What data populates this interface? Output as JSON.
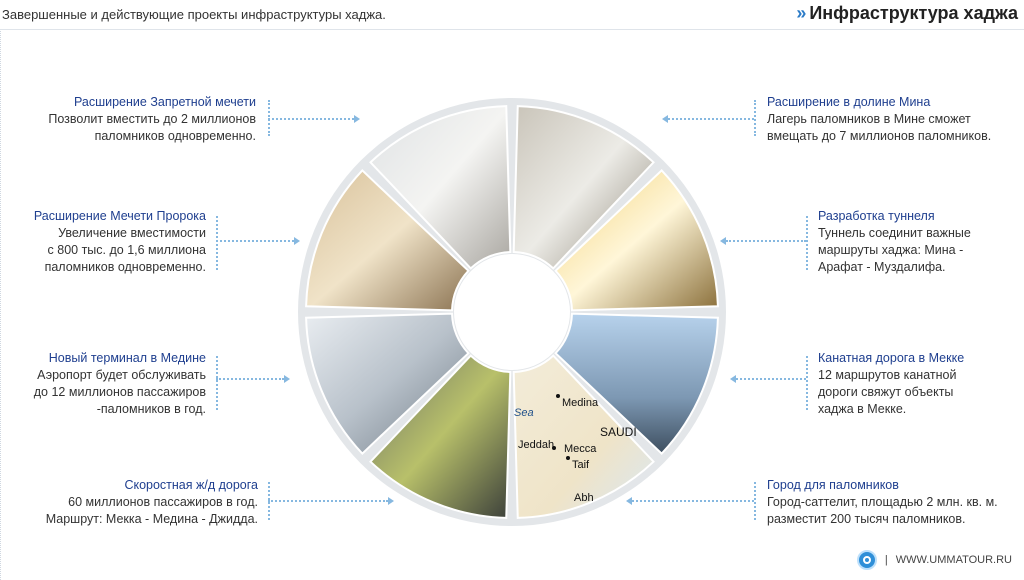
{
  "header": {
    "subtitle": "Завершенные и действующие проекты инфраструктуры хаджа.",
    "title": "Инфраструктура хаджа",
    "chevron": "»"
  },
  "projects_left": [
    {
      "title": "Расширение Запретной мечети",
      "desc": [
        "Позволит вместить до 2 миллионов",
        "паломников одновременно."
      ]
    },
    {
      "title": "Расширение Мечети Пророка",
      "desc": [
        "Увеличение вместимости",
        "с 800 тыс. до 1,6 миллиона",
        "паломников одновременно."
      ]
    },
    {
      "title": "Новый терминал в Медине",
      "desc": [
        "Аэропорт будет обслуживать",
        "до 12 миллионов пассажиров",
        "-паломников в год."
      ]
    },
    {
      "title": "Скоростная ж/д дорога",
      "desc": [
        "60 миллионов пассажиров в год.",
        "Маршрут: Мекка - Медина - Джидда."
      ]
    }
  ],
  "projects_right": [
    {
      "title": "Расширение в долине Мина",
      "desc": [
        "Лагерь паломников в Мине сможет",
        "вмещать до 7 миллионов паломников."
      ]
    },
    {
      "title": "Разработка туннеля",
      "desc": [
        "Туннель соединит важные",
        "маршруты хаджа: Мина -",
        "Арафат - Муздалифа."
      ]
    },
    {
      "title": "Канатная дорога в Мекке",
      "desc": [
        "12 маршрутов канатной",
        "дороги свяжут объекты",
        "хаджа в Мекке."
      ]
    },
    {
      "title": "Город для паломников",
      "desc": [
        "Город-саттелит, площадью 2 млн. кв. м.",
        "разместит 200 тысяч паломников."
      ]
    }
  ],
  "map_labels": {
    "medina": "Medina",
    "jeddah": "Jeddah",
    "mecca": "Mecca",
    "taif": "Taif",
    "country": "SAUDI",
    "sea": "Sea",
    "abha": "Abh"
  },
  "footer": {
    "separator": "|",
    "site": "WWW.UMMATOUR.RU"
  },
  "icons": {
    "logo": "ummatour-logo-icon",
    "chevron": "double-chevron-right-icon"
  },
  "colors": {
    "accent": "#2b7bc7",
    "title_blue": "#1f3f8f",
    "connector": "#86b8e0"
  }
}
